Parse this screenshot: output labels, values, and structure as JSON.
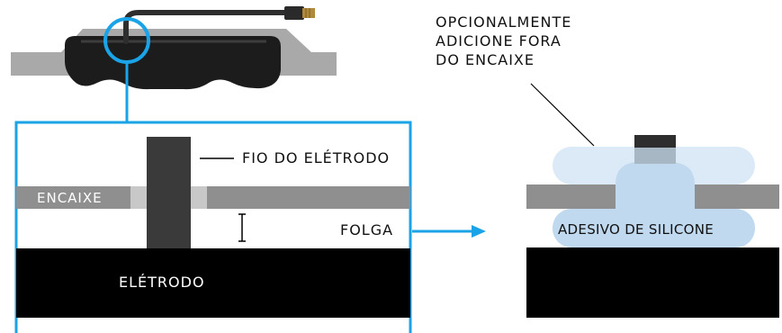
{
  "labels": {
    "optional_note": [
      "OPCIONALMENTE",
      "ADICIONE FORA",
      "DO ENCAIXE"
    ],
    "electrode_wire": "FIO DO ELÉTRODO",
    "housing": "ENCAIXE",
    "gap": "FOLGA",
    "electrode": "ELÉTRODO",
    "silicone_adhesive": "ADESIVO DE SILICONE"
  },
  "colors": {
    "accent_blue": "#1aa3e6",
    "housing_gray": "#8f8f8f",
    "housing_light": "#c8c8c8",
    "device_dark": "#1c1c1c",
    "wire_dark": "#3a3a3a",
    "electrode_black": "#000000",
    "silicone_light": "#dbeaf6",
    "silicone_mid": "#c0d9ef",
    "connector_gold": "#b08a3a"
  }
}
